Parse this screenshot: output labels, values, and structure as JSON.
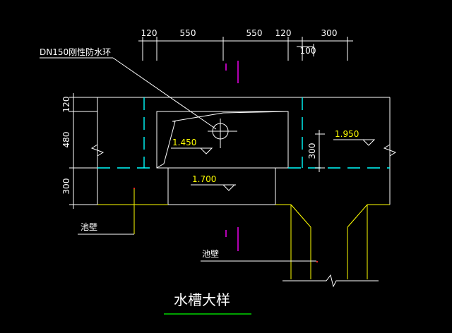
{
  "dimensions": {
    "top": [
      "120",
      "550",
      "550",
      "120",
      "300"
    ],
    "top_small": "100",
    "left": [
      "120",
      "480",
      "300"
    ],
    "inner": "300"
  },
  "labels": {
    "pipe": "DN150刚性防水环",
    "wall_left": "池壁",
    "wall_right": "池壁",
    "title": "水槽大样"
  },
  "elevations": [
    "1.450",
    "1.700",
    "1.950"
  ],
  "colors": {
    "background": "#000000",
    "outline": "#ffffff",
    "yellow": "#ffff00",
    "cyan": "#00ffff",
    "magenta": "#ff00ff",
    "green": "#00ff00"
  }
}
